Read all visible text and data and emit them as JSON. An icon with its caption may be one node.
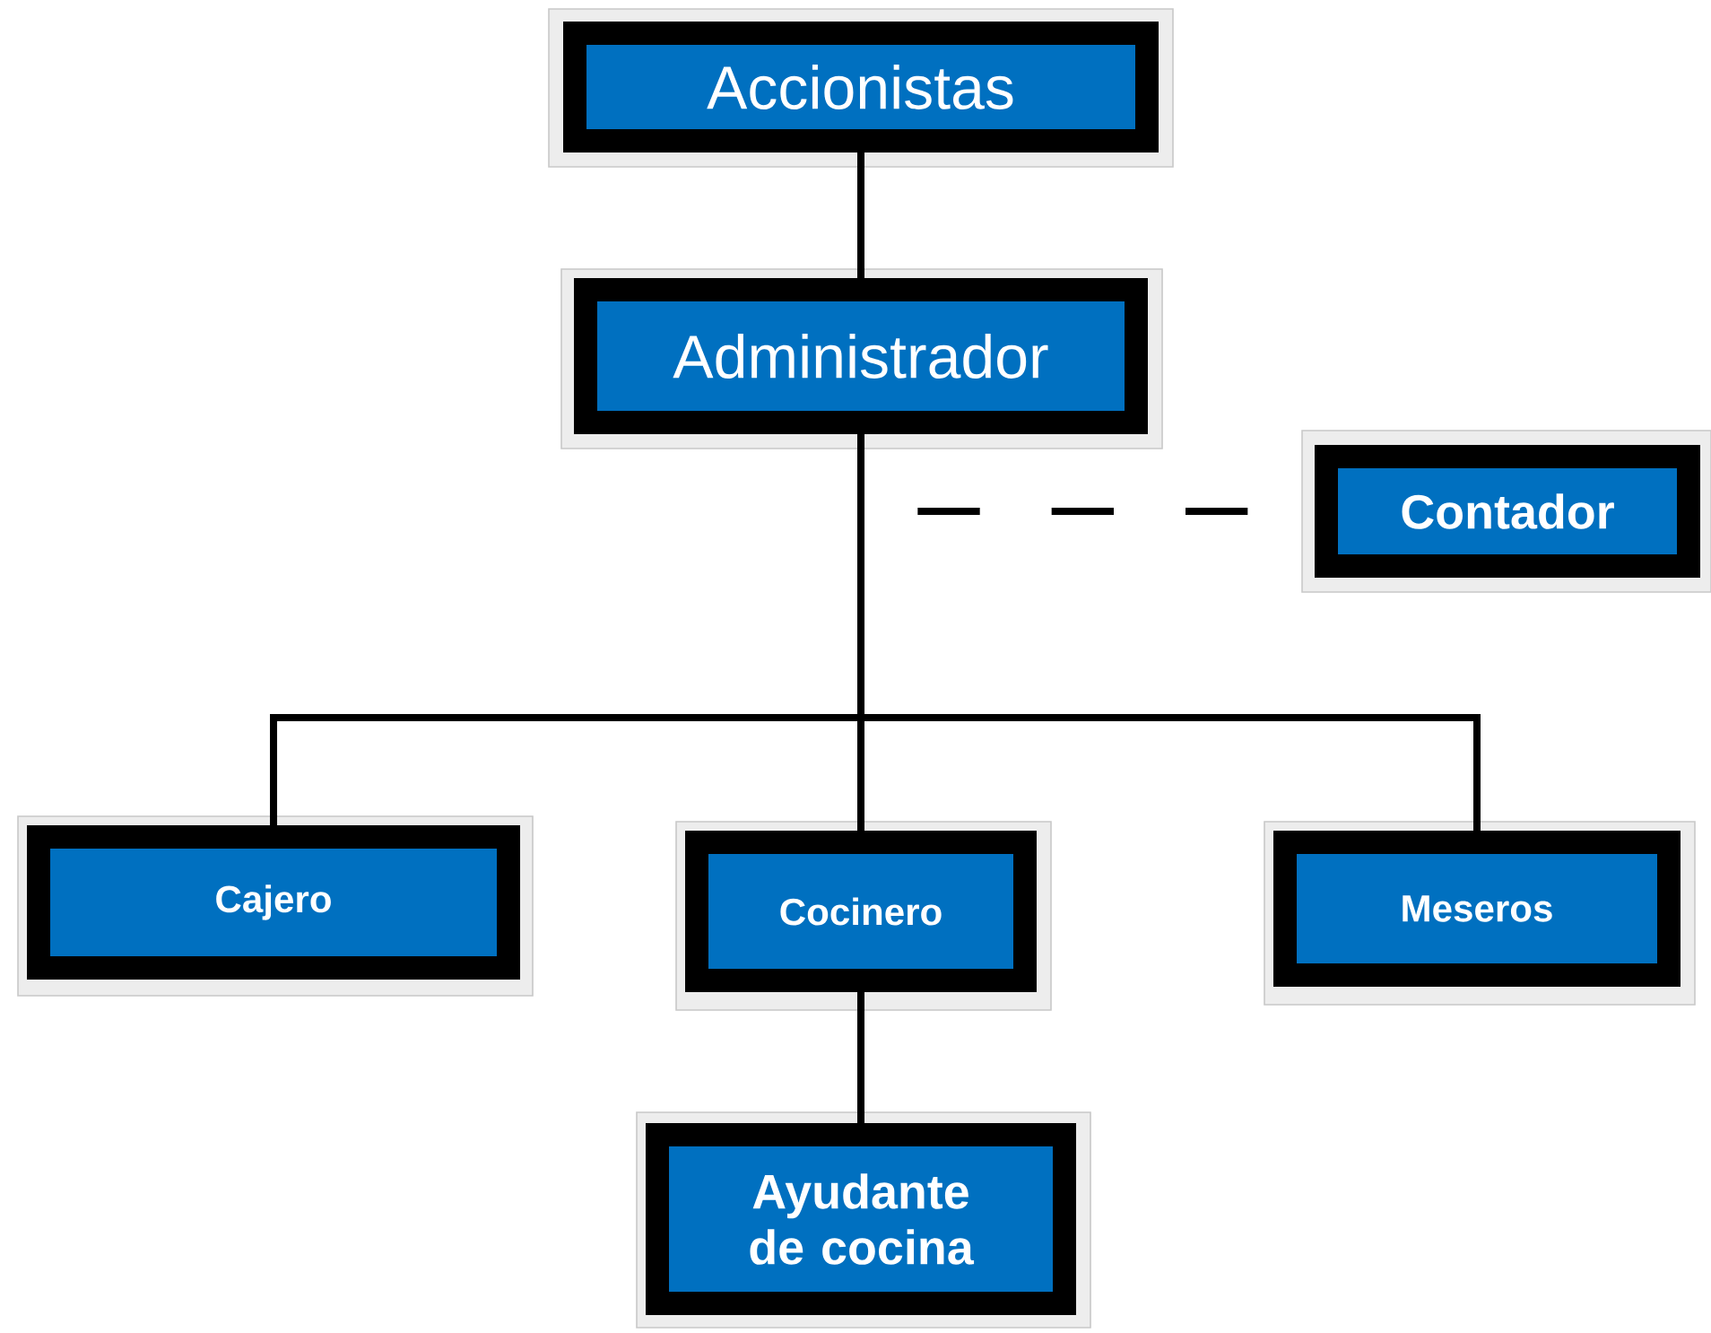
{
  "diagram": {
    "nodes": [
      {
        "text": [
          "Accionistas"
        ]
      },
      {
        "text": [
          "Administrador"
        ]
      },
      {
        "text": [
          "Contador"
        ]
      },
      {
        "text": [
          "Cajero"
        ]
      },
      {
        "text": [
          "Cocinero"
        ]
      },
      {
        "text": [
          "Meseros"
        ]
      },
      {
        "text": [
          "Ayudante de cocina"
        ]
      }
    ],
    "edges": [
      {
        "from": 0,
        "to": 1,
        "arrow": "none"
      },
      {
        "from": 1,
        "to": 2,
        "arrow": "none",
        "style": "dashed"
      },
      {
        "from": 1,
        "to": 3,
        "arrow": "none"
      },
      {
        "from": 1,
        "to": 4,
        "arrow": "none"
      },
      {
        "from": 1,
        "to": 5,
        "arrow": "none"
      },
      {
        "from": 4,
        "to": 6,
        "arrow": "none"
      }
    ]
  }
}
